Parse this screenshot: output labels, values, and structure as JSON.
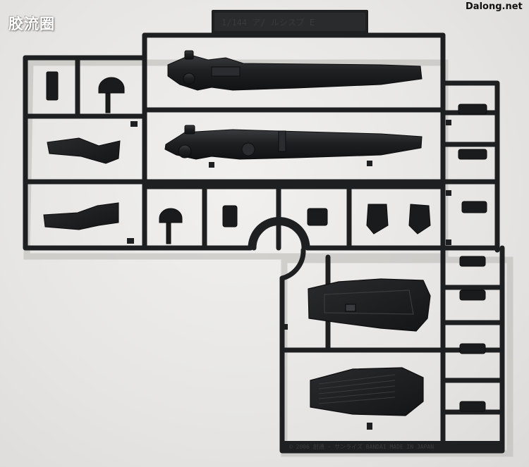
{
  "watermarks": {
    "left": "胶流圈",
    "right": "Dalong.net"
  },
  "runner_tag": {
    "text": "1/144  ア/ ルシスブ  E"
  },
  "runner_footer": {
    "text": "© 2006 創通 · サンライズ   BANDAI  MADE IN JAPAN"
  },
  "colors": {
    "background": "#e9e8e6",
    "plastic": "#1c1d1f",
    "plastic_highlight": "#3a3b3e"
  }
}
